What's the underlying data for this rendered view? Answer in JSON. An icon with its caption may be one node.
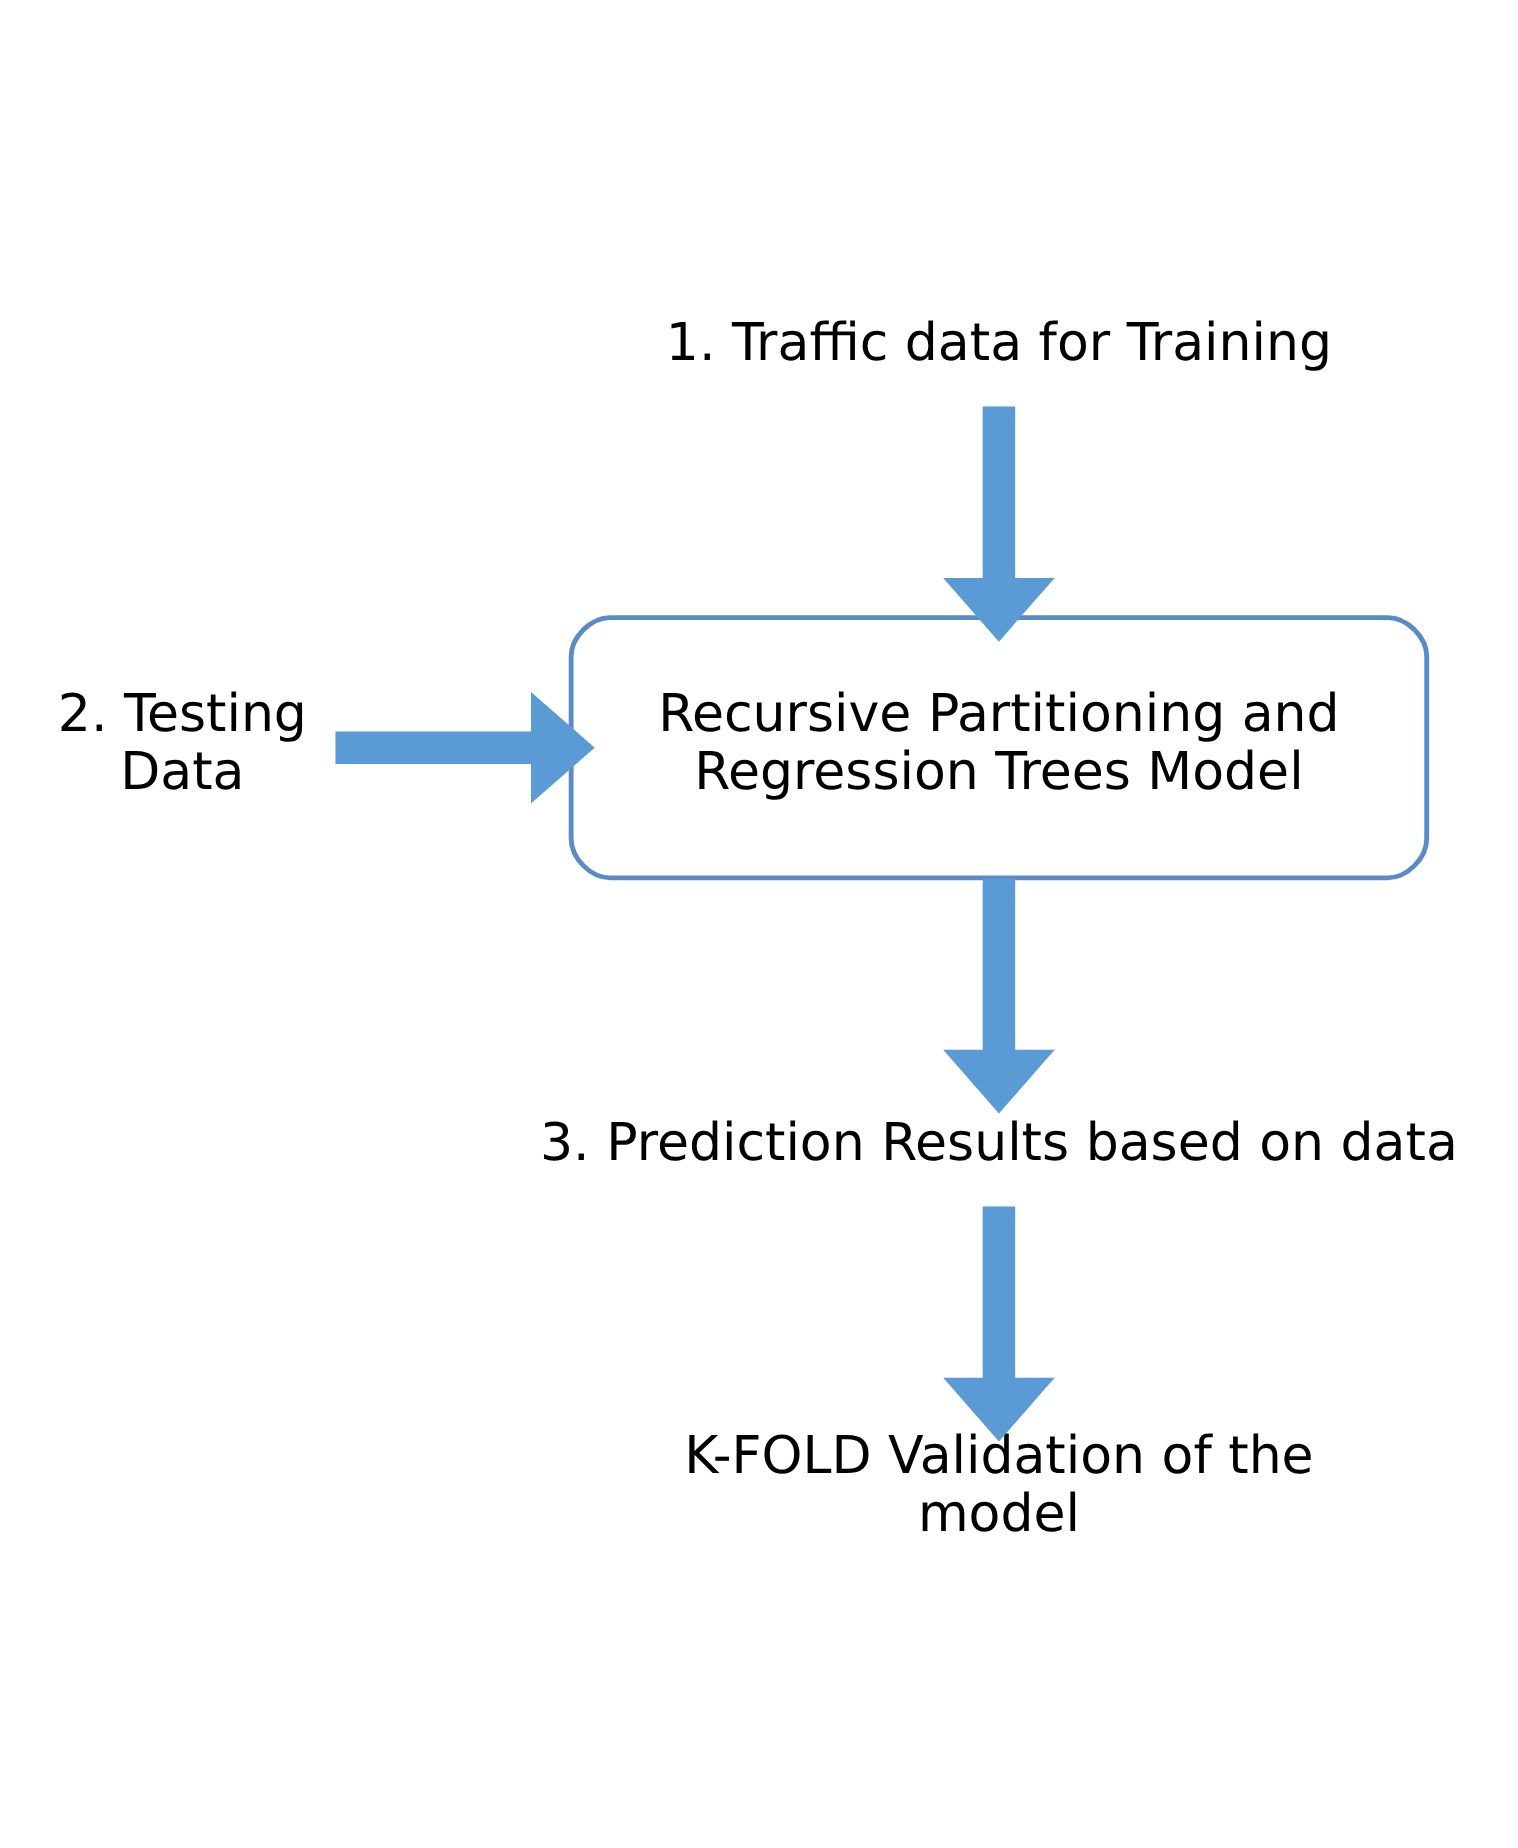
{
  "diagram": {
    "nodes": [
      {
        "text": [
          "1. Traffic data for Training"
        ]
      },
      {
        "text": [
          "2. Testing Data"
        ]
      },
      {
        "text": [
          "Recursive Partitioning and Regression Trees Model"
        ]
      },
      {
        "text": [
          "3. Prediction Results based on data"
        ]
      },
      {
        "text": [
          "K-FOLD Validation of the model"
        ]
      }
    ],
    "edges": [
      {
        "from": 0,
        "to": 2,
        "arrow": "to"
      },
      {
        "from": 1,
        "to": 2,
        "arrow": "to"
      },
      {
        "from": 2,
        "to": 3,
        "arrow": "to"
      },
      {
        "from": 3,
        "to": 4,
        "arrow": "to"
      }
    ]
  }
}
